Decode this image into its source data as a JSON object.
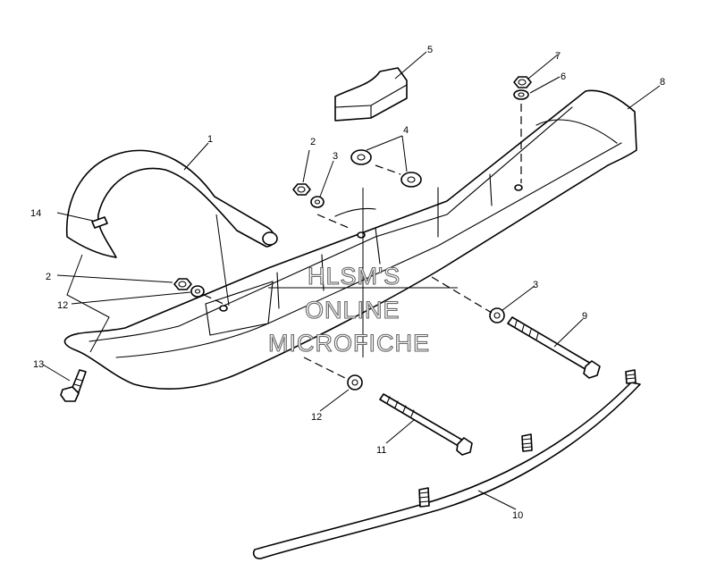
{
  "watermark": {
    "line1": "HLSM'S",
    "line2": "ONLINE",
    "line3": "MICROFICHE"
  },
  "callouts": {
    "c1": "1",
    "c2a": "2",
    "c2b": "2",
    "c3a": "3",
    "c3b": "3",
    "c4": "4",
    "c5": "5",
    "c6": "6",
    "c7": "7",
    "c8": "8",
    "c9": "9",
    "c10": "10",
    "c11": "11",
    "c12a": "12",
    "c12b": "12",
    "c13": "13",
    "c14": "14"
  }
}
